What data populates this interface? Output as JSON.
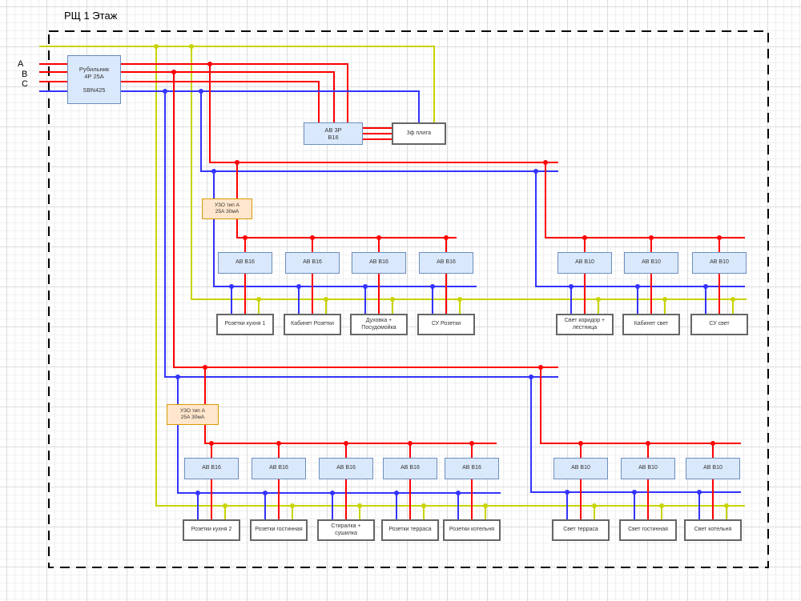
{
  "title": "РЩ 1 Этаж",
  "phases": [
    "А",
    "В",
    "С"
  ],
  "nodes": {
    "main_switch": {
      "name": "Рубильник",
      "rating": "4Р 25А",
      "model": "SBN425"
    },
    "stove_breaker": {
      "name": "АВ 3Р",
      "rating": "В16"
    },
    "stove_load": "3ф плита",
    "rcd_1": {
      "type": "УЗО тип А",
      "rating": "25А 30мА"
    },
    "rcd_2": {
      "type": "УЗО тип А",
      "rating": "25А 30мА"
    }
  },
  "groups": {
    "floor1_sockets_rcd": {
      "breakers": [
        "АВ В16",
        "АВ В16",
        "АВ В16",
        "АВ В16"
      ],
      "loads": [
        "Розетки кухня 1",
        "Кабинет Розетки",
        "Духовка + Посудомойка",
        "СУ Розетки"
      ]
    },
    "floor1_lights": {
      "breakers": [
        "АВ В10",
        "АВ В10",
        "АВ В10"
      ],
      "loads": [
        "Свет коридор + лестница",
        "Кабинет свет",
        "СУ свет"
      ]
    },
    "floor2_sockets_rcd": {
      "breakers": [
        "АВ В16",
        "АВ В16",
        "АВ В16",
        "АВ В16",
        "АВ В16"
      ],
      "loads": [
        "Розетки кухня 2",
        "Розетки гостинная",
        "Стиралка + сушилка",
        "Розетки терраса",
        "Розетки котельня"
      ]
    },
    "floor2_lights": {
      "breakers": [
        "АВ В10",
        "АВ В10",
        "АВ В10"
      ],
      "loads": [
        "Свет терраса",
        "Свет гостинная",
        "Свет котельня"
      ]
    }
  },
  "colors": {
    "phase_wire": "#FF0000",
    "neutral_wire": "#3333FF",
    "earth_wire": "#C8D400",
    "breaker_fill": "#DAE8FC",
    "breaker_stroke": "#6C8EBF",
    "rcd_fill": "#FFE6CC",
    "rcd_stroke": "#D79B00",
    "load_stroke": "#666666",
    "boundary": "#000000"
  }
}
